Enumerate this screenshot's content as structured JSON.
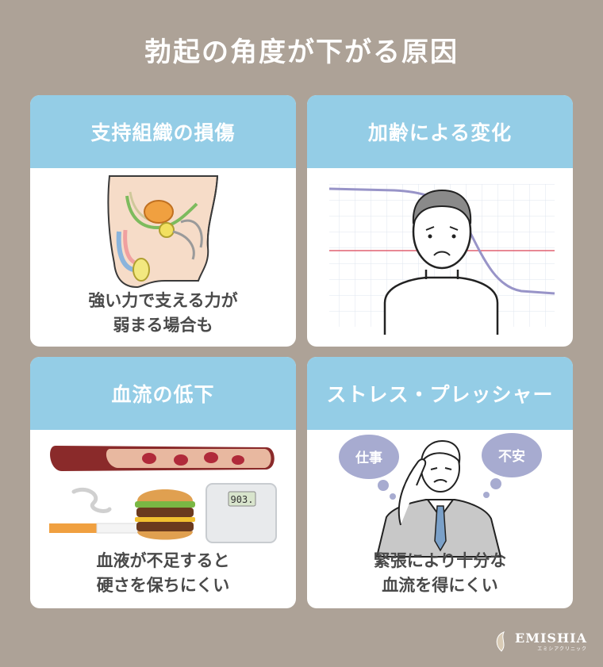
{
  "title": "勃起の角度が下がる原因",
  "cards": [
    {
      "heading": "支持組織の損傷",
      "caption": [
        "強い力で支える力が",
        "弱まる場合も"
      ]
    },
    {
      "heading": "加齢による変化",
      "caption": []
    },
    {
      "heading": "血流の低下",
      "caption": [
        "血液が不足すると",
        "硬さを保ちにくい"
      ]
    },
    {
      "heading": "ストレス・プレッシャー",
      "caption": [
        "緊張により十分な",
        "血流を得にくい"
      ]
    }
  ],
  "scale_display": "903.",
  "thought_bubbles": [
    "仕事",
    "不安"
  ],
  "brand": {
    "name": "EMISHIA",
    "sub": "エミシアクリニック"
  },
  "colors": {
    "background": "#ada297",
    "header": "#94cde6",
    "text": "#4a4a4a"
  }
}
